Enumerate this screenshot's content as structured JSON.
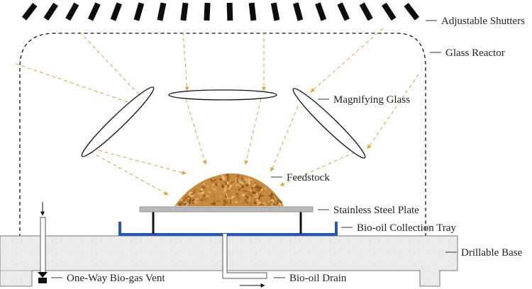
{
  "labels": {
    "shutters": "Adjustable Shutters",
    "reactor": "Glass Reactor",
    "magnifier": "Magnifying Glass",
    "feedstock": "Feedstock",
    "plate": "Stainless Steel Plate",
    "tray": "Bio-oil Collection Tray",
    "base": "Drillable Base",
    "vent": "One-Way Bio-gas Vent",
    "drain": "Bio-oil Drain"
  },
  "colors": {
    "ray": "#e3a13b",
    "tray": "#2457b8",
    "plate": "#b9b9b9",
    "base_fill": "#ececec",
    "feedstock": "#c88a3e",
    "outline": "#111111"
  }
}
